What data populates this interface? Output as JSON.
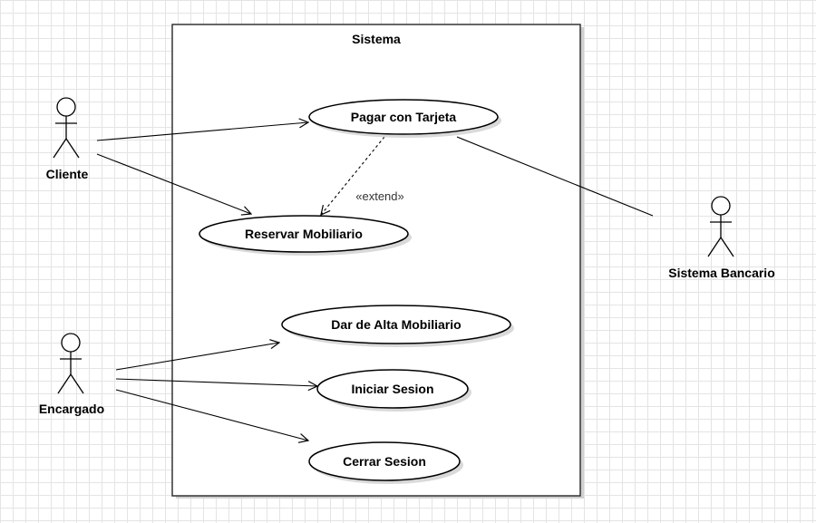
{
  "system": {
    "title": "Sistema"
  },
  "actors": {
    "cliente": "Cliente",
    "encargado": "Encargado",
    "banco": "Sistema Bancario"
  },
  "use_cases": {
    "pagar": "Pagar con Tarjeta",
    "reservar": "Reservar Mobiliario",
    "alta": "Dar de Alta Mobiliario",
    "iniciar": "Iniciar Sesion",
    "cerrar": "Cerrar Sesion"
  },
  "relations": {
    "extend_label": "«extend»"
  }
}
